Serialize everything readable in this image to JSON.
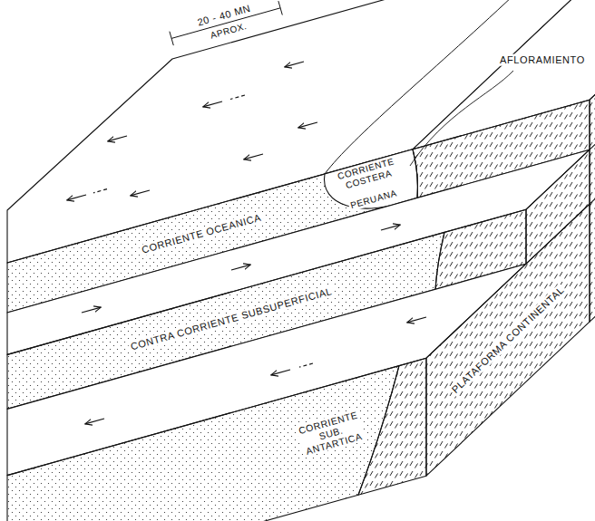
{
  "diagram": {
    "labels": [
      "20 - 40 MN",
      "APROX.",
      "CORRIENTE COSTERA",
      "PERUANA",
      "AFLORAMIENTO",
      "CORRIENTE OCEANICA",
      "CONTRA CORRIENTE SUBSUPERFICIAL",
      "CORRIENTE SUB. ANTARTICA",
      "PLATAFORMA CONTINENTAL"
    ]
  }
}
